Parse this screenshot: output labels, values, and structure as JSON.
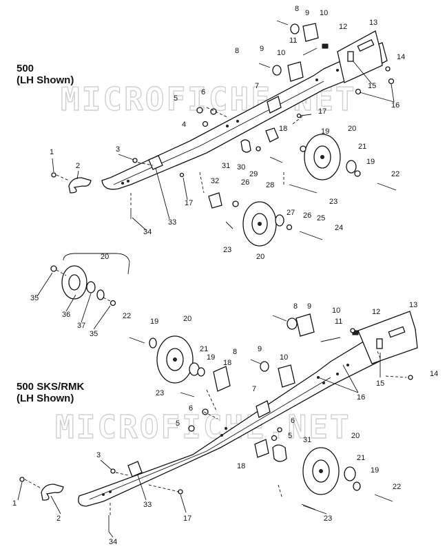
{
  "diagrams": {
    "top": {
      "title_line1": "500",
      "title_line2": "(LH Shown)"
    },
    "bottom": {
      "title_line1": "500 SKS/RMK",
      "title_line2": "(LH Shown)"
    }
  },
  "watermark": {
    "text": "MICROFICHE.NET"
  },
  "callouts_top": {
    "c1": "1",
    "c2": "2",
    "c3": "3",
    "c4": "4",
    "c5": "5",
    "c6": "6",
    "c7": "7",
    "c8a": "8",
    "c8b": "8",
    "c9a": "9",
    "c9b": "9",
    "c10a": "10",
    "c10b": "10",
    "c11": "11",
    "c12": "12",
    "c13": "13",
    "c14": "14",
    "c15": "15",
    "c16": "16",
    "c17a": "17",
    "c17b": "17",
    "c18": "18",
    "c19a": "19",
    "c19b": "19",
    "c20a": "20",
    "c20b": "20",
    "c21": "21",
    "c22": "22",
    "c23a": "23",
    "c23b": "23",
    "c24": "24",
    "c25": "25",
    "c26a": "26",
    "c26b": "26",
    "c27": "27",
    "c28": "28",
    "c29": "29",
    "c30": "30",
    "c31": "31",
    "c32": "32",
    "c33": "33",
    "c34": "34"
  },
  "callouts_bottom": {
    "c1": "1",
    "c2": "2",
    "c3": "3",
    "c5a": "5",
    "c5b": "5",
    "c6a": "6",
    "c6b": "6",
    "c7": "7",
    "c8a": "8",
    "c8b": "8",
    "c9a": "9",
    "c9b": "9",
    "c10a": "10",
    "c10b": "10",
    "c11": "11",
    "c12": "12",
    "c13": "13",
    "c14": "14",
    "c15": "15",
    "c16": "16",
    "c17": "17",
    "c18a": "18",
    "c18b": "18",
    "c19a": "19",
    "c19b": "19",
    "c19c": "19",
    "c20a": "20",
    "c20b": "20",
    "c20c": "20",
    "c21a": "21",
    "c21b": "21",
    "c22a": "22",
    "c22b": "22",
    "c23a": "23",
    "c23b": "23",
    "c31": "31",
    "c33": "33",
    "c34": "34",
    "c35a": "35",
    "c35b": "35",
    "c36": "36",
    "c37": "37"
  }
}
